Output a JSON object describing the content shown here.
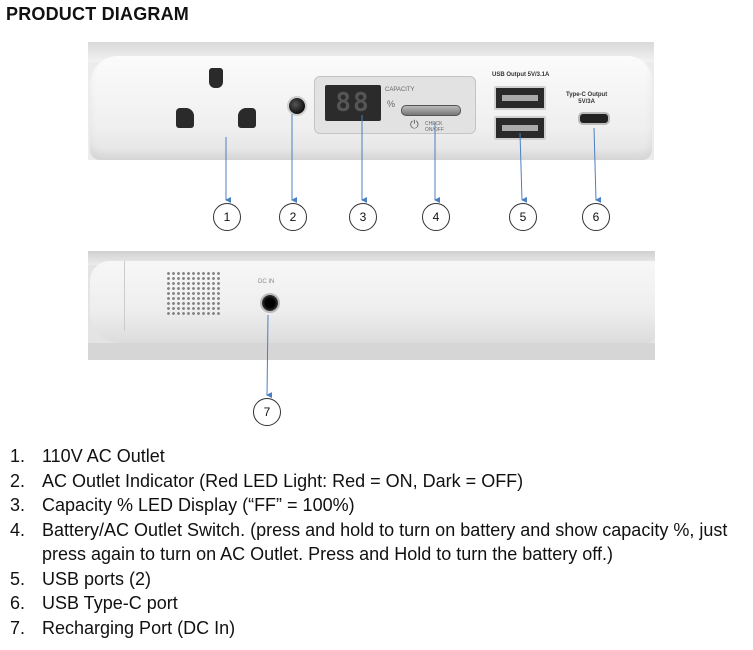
{
  "title": "PRODUCT DIAGRAM",
  "device": {
    "display_digits": "88",
    "capacity_label": "CAPACITY",
    "percent_sign": "%",
    "check_label": "CHECK ON/OFF",
    "power_symbol": "⏻",
    "usb_label": "USB Output 5V/3.1A",
    "typec_label_line1": "Type-C Output",
    "typec_label_line2": "5V/3A",
    "dc_label": "DC IN"
  },
  "callouts": [
    {
      "num": "1"
    },
    {
      "num": "2"
    },
    {
      "num": "3"
    },
    {
      "num": "4"
    },
    {
      "num": "5"
    },
    {
      "num": "6"
    },
    {
      "num": "7"
    }
  ],
  "legend": [
    {
      "num": "1.",
      "text": "110V AC Outlet"
    },
    {
      "num": "2.",
      "text": "AC Outlet Indicator (Red LED Light: Red = ON, Dark = OFF)"
    },
    {
      "num": "3.",
      "text": "Capacity % LED Display (“FF” = 100%)"
    },
    {
      "num": "4.",
      "text": "Battery/AC Outlet Switch. (press and hold to turn on battery and show capacity %, just press again to turn on AC Outlet. Press and Hold to turn the battery off.)"
    },
    {
      "num": "5.",
      "text": "USB ports (2)"
    },
    {
      "num": "6.",
      "text": "USB Type-C port"
    },
    {
      "num": "7.",
      "text": "Recharging Port (DC In)"
    }
  ],
  "colors": {
    "arrow": "#4a7fc1"
  }
}
